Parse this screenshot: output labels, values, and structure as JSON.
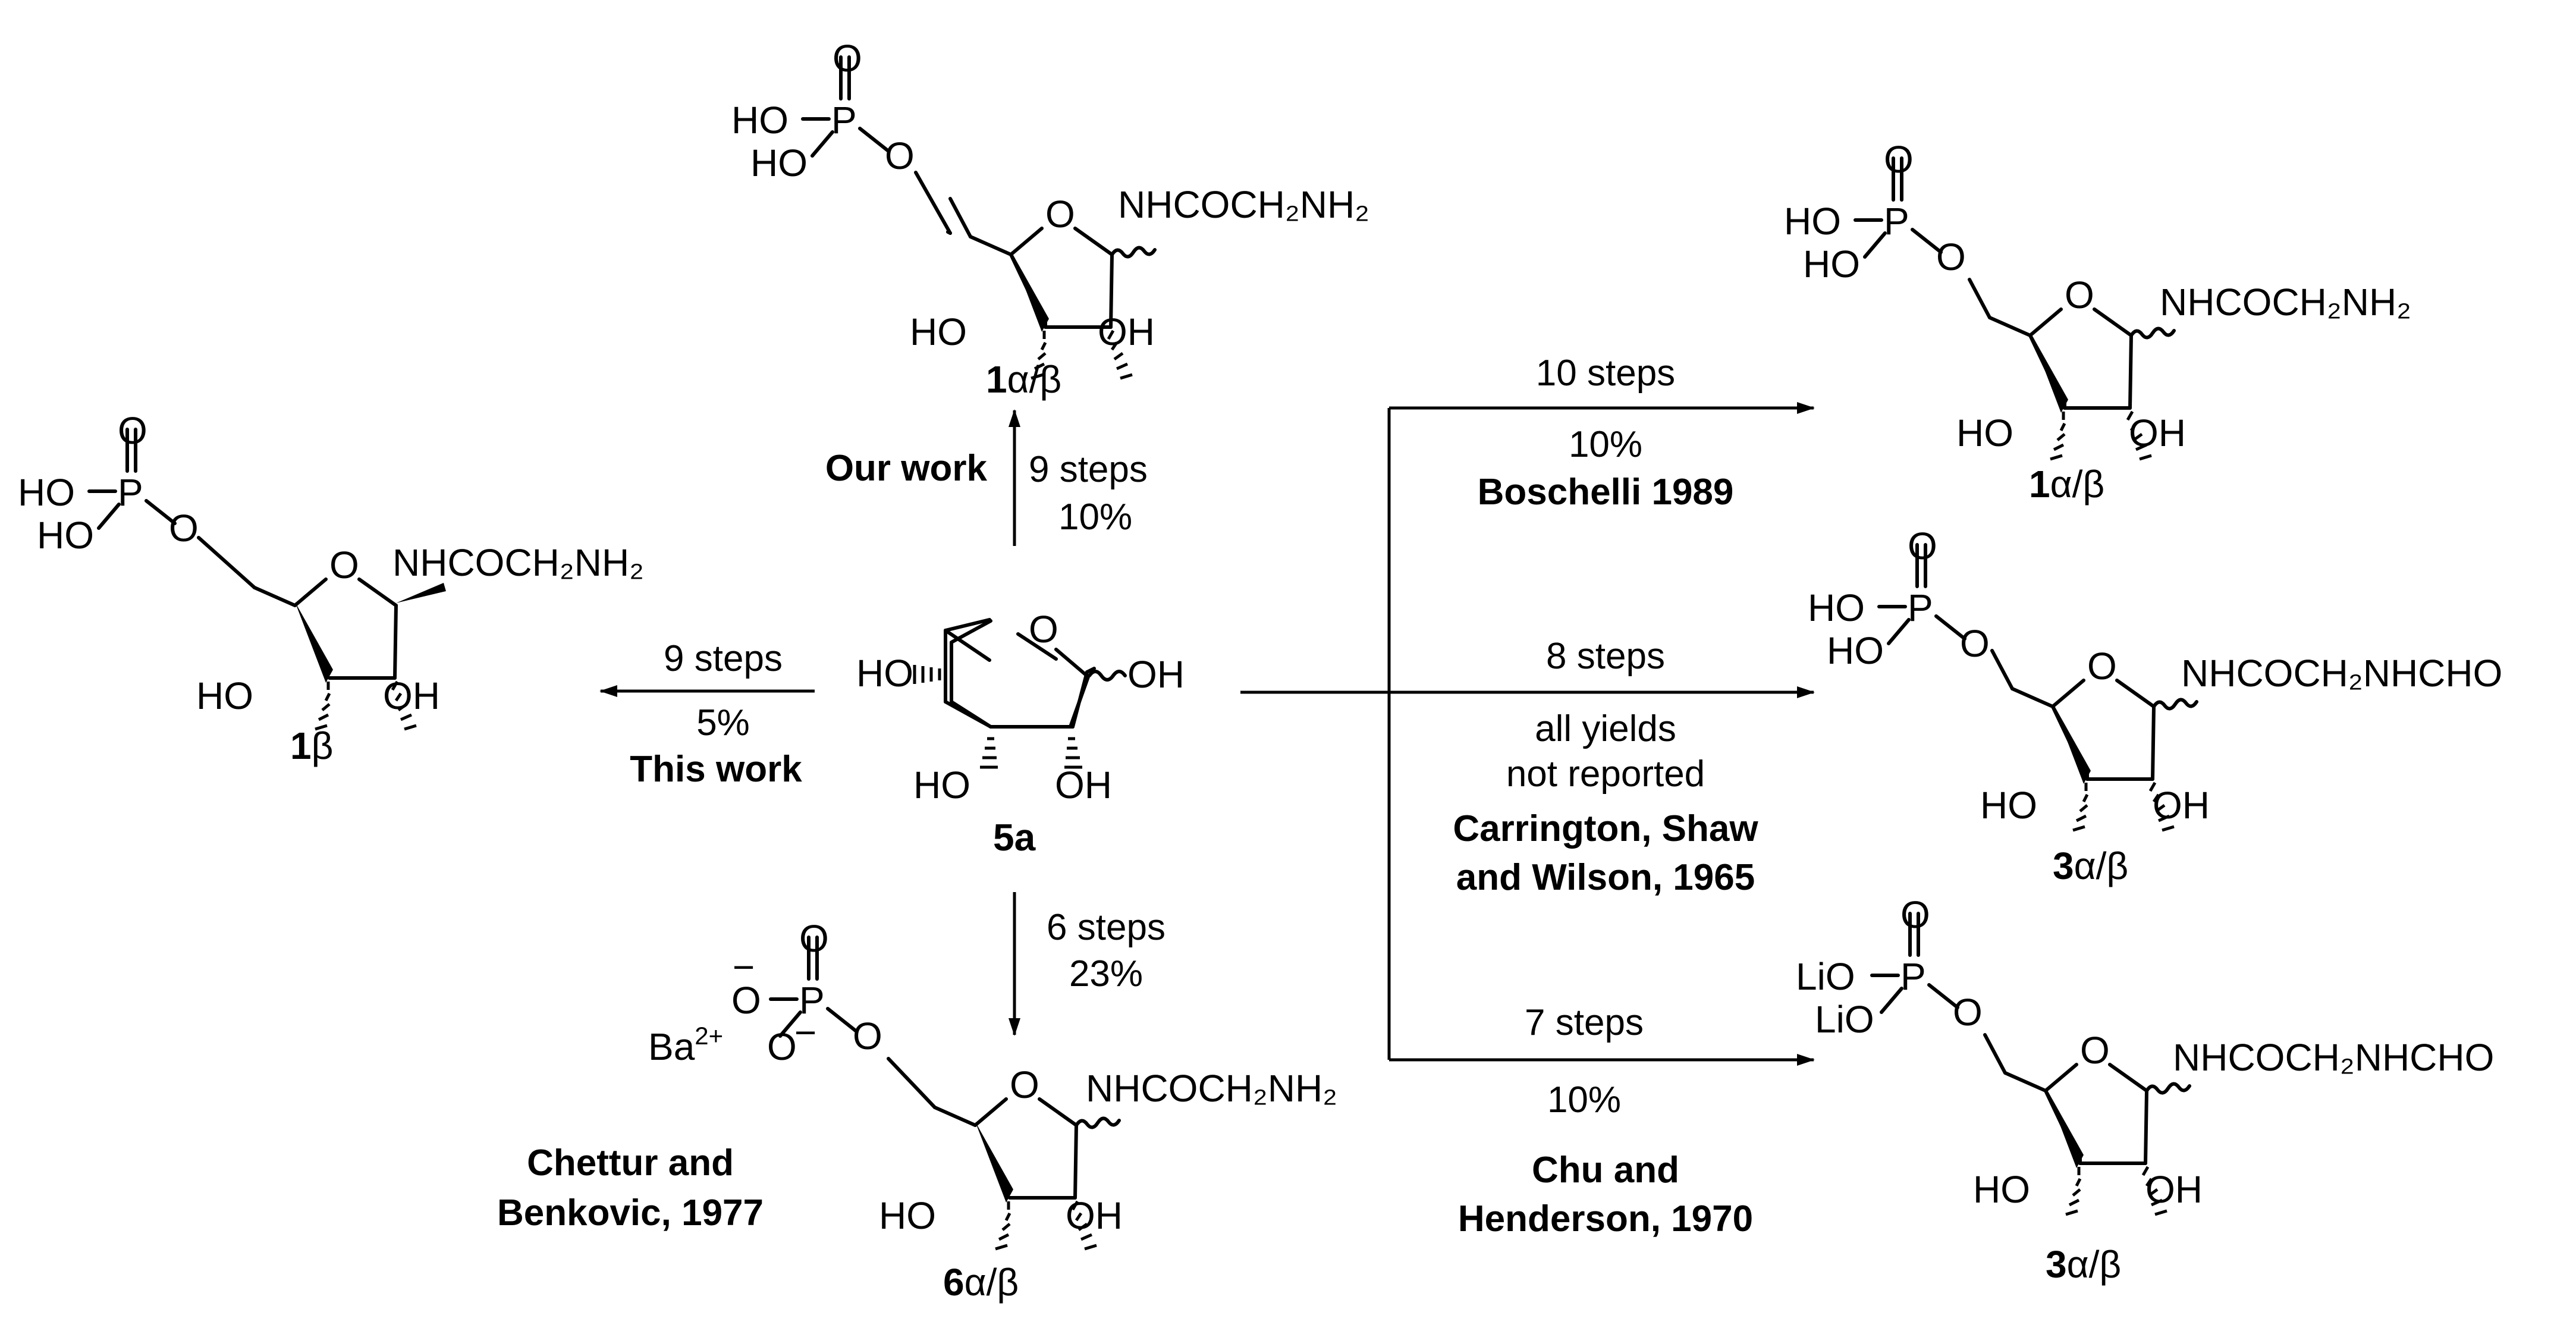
{
  "compounds": {
    "top": {
      "phosphate": {
        "o_top": "O",
        "ho1": "HO",
        "p": "P",
        "o_link": "O",
        "ho2": "HO"
      },
      "ring_o": "O",
      "substituent": "NHCOCH₂NH₂",
      "ho_left": "HO",
      "oh_right": "OH",
      "label_num": "1",
      "label_anomer": "α/β"
    },
    "left": {
      "phosphate": {
        "o_top": "O",
        "ho1": "HO",
        "p": "P",
        "o_link": "O",
        "ho2": "HO"
      },
      "ring_o": "O",
      "substituent": "NHCOCH₂NH₂",
      "ho_left": "HO",
      "oh_right": "OH",
      "label_num": "1",
      "label_anomer": "β"
    },
    "center": {
      "ho_left": "HO",
      "ring_o": "O",
      "oh_right": "OH",
      "ho_bottom": "HO",
      "oh_bottom": "OH",
      "label": "5a"
    },
    "bottom": {
      "phosphate": {
        "o_top": "O",
        "o_minus_top": "O",
        "p": "P",
        "o_minus_bottom": "O",
        "o_link": "O"
      },
      "charge_top": "−",
      "charge_bottom": "−",
      "counterion": "Ba",
      "counterion_charge": "2+",
      "ring_o": "O",
      "substituent": "NHCOCH₂NH₂",
      "ho_left": "HO",
      "oh_right": "OH",
      "label_num": "6",
      "label_anomer": "α/β"
    },
    "right_top": {
      "phosphate": {
        "o_top": "O",
        "ho1": "HO",
        "p": "P",
        "o_link": "O",
        "ho2": "HO"
      },
      "ring_o": "O",
      "substituent": "NHCOCH₂NH₂",
      "ho_left": "HO",
      "oh_right": "OH",
      "label_num": "1",
      "label_anomer": "α/β"
    },
    "right_mid": {
      "phosphate": {
        "o_top": "O",
        "ho1": "HO",
        "p": "P",
        "o_link": "O",
        "ho2": "HO"
      },
      "ring_o": "O",
      "substituent": "NHCOCH₂NHCHO",
      "ho_left": "HO",
      "oh_right": "OH",
      "label_num": "3",
      "label_anomer": "α/β"
    },
    "right_bottom": {
      "phosphate": {
        "o_top": "O",
        "ho1": "LiO",
        "p": "P",
        "o_link": "O",
        "ho2": "LiO"
      },
      "ring_o": "O",
      "substituent": "NHCOCH₂NHCHO",
      "ho_left": "HO",
      "oh_right": "OH",
      "label_num": "3",
      "label_anomer": "α/β"
    }
  },
  "routes": {
    "up": {
      "credit": "Our work",
      "steps": "9 steps",
      "yield": "10%"
    },
    "left": {
      "steps": "9 steps",
      "yield": "5%",
      "credit": "This work"
    },
    "down": {
      "steps": "6 steps",
      "yield": "23%",
      "credit_line1": "Chettur and",
      "credit_line2": "Benkovic, 1977"
    },
    "right_top": {
      "steps": "10 steps",
      "yield": "10%",
      "credit": "Boschelli 1989"
    },
    "right_mid": {
      "steps": "8 steps",
      "yield_line1": "all yields",
      "yield_line2": "not reported",
      "credit_line1": "Carrington, Shaw",
      "credit_line2": "and Wilson, 1965"
    },
    "right_bottom": {
      "steps": "7 steps",
      "yield": "10%",
      "credit_line1": "Chu and",
      "credit_line2": "Henderson, 1970"
    }
  }
}
